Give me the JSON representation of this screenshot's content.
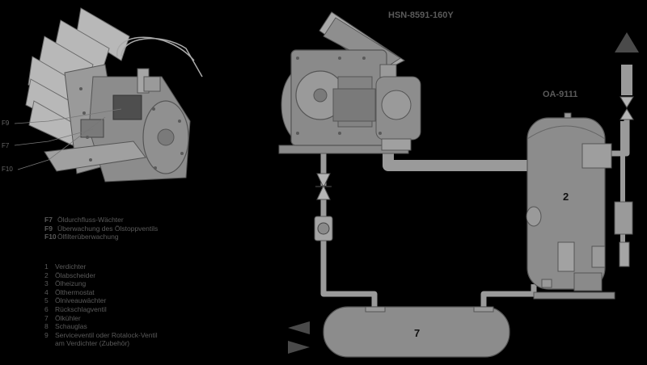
{
  "diagram": {
    "compressor_model": "HSN-8591-160Y",
    "separator_model": "OA-9111",
    "tag_separator": "2",
    "tag_cooler": "7",
    "callouts": [
      "F9",
      "F7",
      "F10"
    ]
  },
  "legend_f": [
    {
      "num": "F7",
      "text": "Öldurchfluss-Wächter"
    },
    {
      "num": "F9",
      "text": "Überwachung des Ölstoppventils"
    },
    {
      "num": "F10",
      "text": "Ölfilterüberwachung"
    }
  ],
  "legend_n": [
    {
      "num": "1",
      "text": "Verdichter"
    },
    {
      "num": "2",
      "text": "Ölabscheider"
    },
    {
      "num": "3",
      "text": "Ölheizung"
    },
    {
      "num": "4",
      "text": "Ölthermostat"
    },
    {
      "num": "5",
      "text": "Ölniveauwächter"
    },
    {
      "num": "6",
      "text": "Rückschlagventil"
    },
    {
      "num": "7",
      "text": "Ölkühler"
    },
    {
      "num": "8",
      "text": "Schauglas"
    },
    {
      "num": "9",
      "text": "Serviceventil oder Rotalock-Ventil"
    },
    {
      "num": "",
      "text": "am Verdichter (Zubehör)"
    }
  ],
  "colors": {
    "background": "#000000",
    "equipment": "#8a8a8a",
    "pipe": "#9a9a9a",
    "label": "#5a5a5a",
    "arrow": "#4a4a4a"
  }
}
